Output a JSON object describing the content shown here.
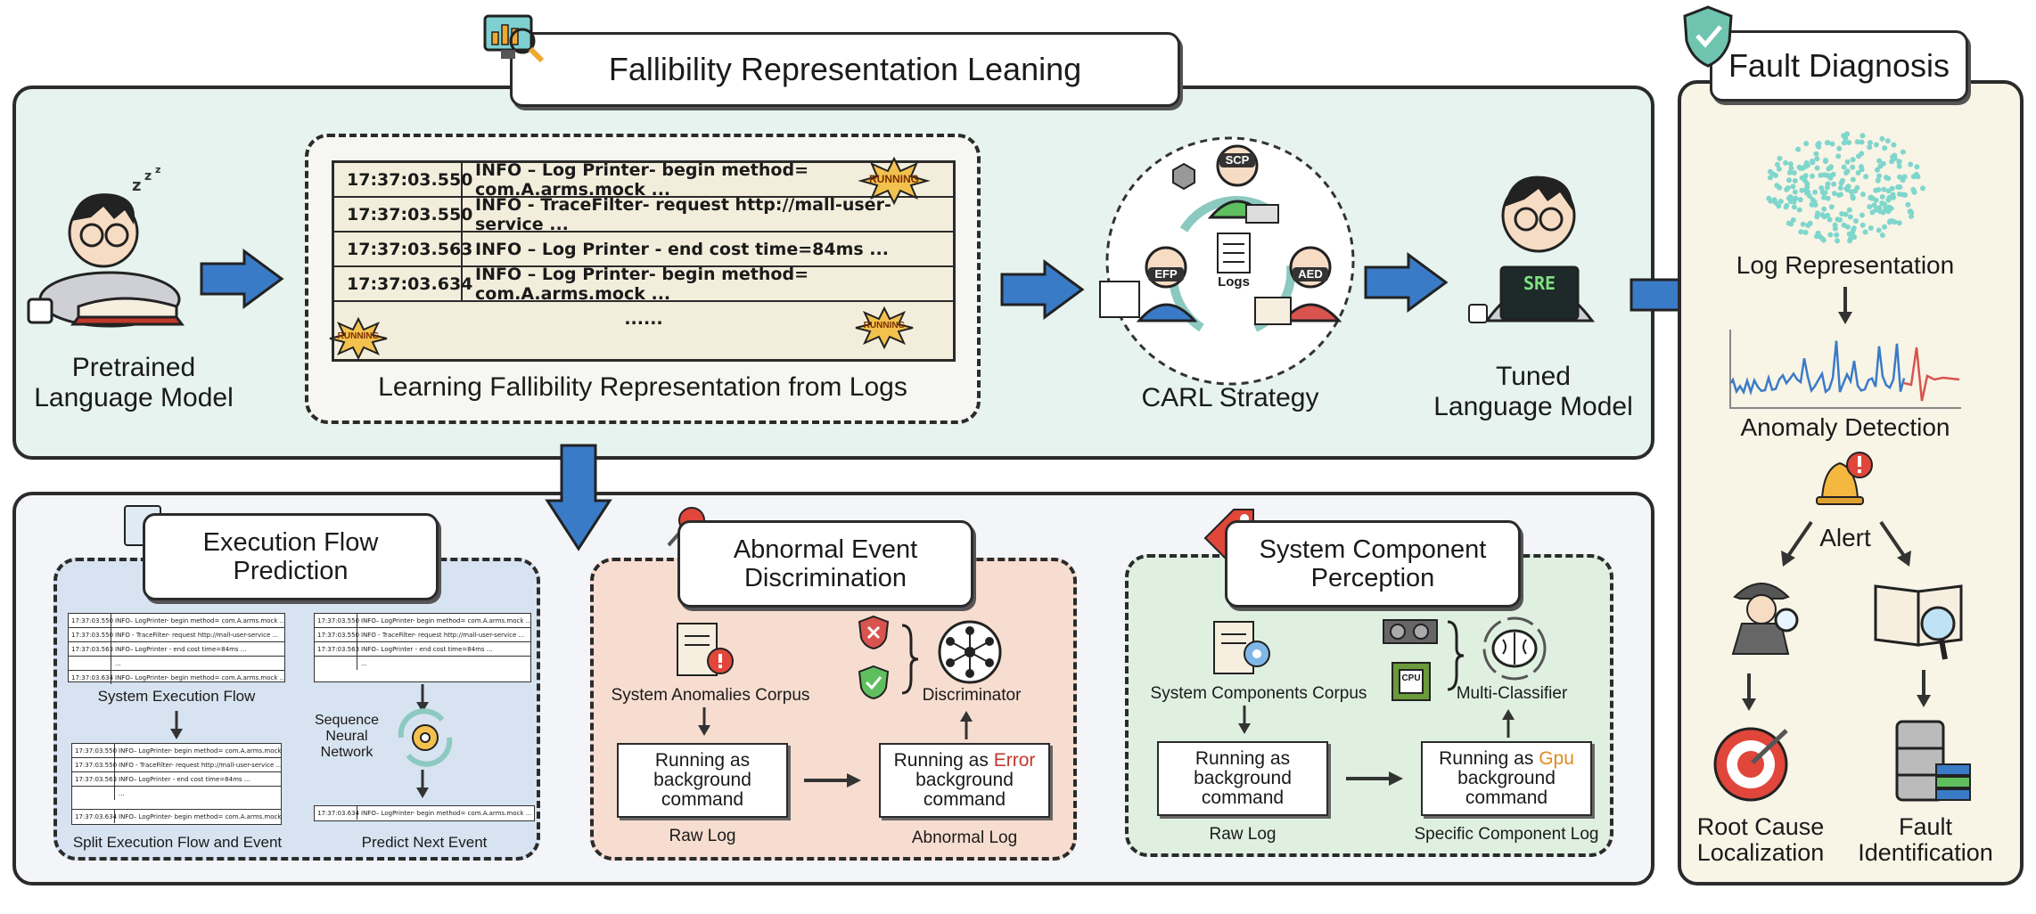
{
  "top": {
    "title": "Fallibility Representation Leaning",
    "pretrained_label_1": "Pretrained",
    "pretrained_label_2": "Language Model",
    "logs_caption": "Learning Fallibility Representation from Logs",
    "log_rows": [
      {
        "time": "17:37:03.550",
        "msg": "INFO – Log Printer- begin method= com.A.arms.mock ..."
      },
      {
        "time": "17:37:03.550",
        "msg": "INFO - TraceFilter- request http://mall-user-service ..."
      },
      {
        "time": "17:37:03.563",
        "msg": "INFO – Log Printer - end cost time=84ms ..."
      },
      {
        "time": "17:37:03.634",
        "msg": "INFO – Log Printer- begin method= com.A.arms.mock ..."
      }
    ],
    "log_ellipsis": "......",
    "running_tag": "RUNNING",
    "carl_caption": "CARL Strategy",
    "carl_tags": {
      "scp": "SCP",
      "efp": "EFP",
      "aed": "AED",
      "logs": "Logs"
    },
    "tuned_label_1": "Tuned",
    "tuned_label_2": "Language Model",
    "sre_tag": "SRE"
  },
  "fault": {
    "title": "Fault Diagnosis",
    "log_representation": "Log Representation",
    "anomaly_detection": "Anomaly Detection",
    "alert": "Alert",
    "root_cause_1": "Root Cause",
    "root_cause_2": "Localization",
    "fault_id_1": "Fault",
    "fault_id_2": "Identification"
  },
  "efp": {
    "title_1": "Execution Flow",
    "title_2": "Prediction",
    "system_execution_flow": "System Execution Flow",
    "seq_1": "Sequence",
    "seq_2": "Neural",
    "seq_3": "Network",
    "split_caption": "Split Execution Flow and Event",
    "predict_caption": "Predict Next Event",
    "mini_rows": [
      {
        "time": "17:37:03.550",
        "msg": "INFO– LogPrinter- begin method= com.A.arms.mock ..."
      },
      {
        "time": "17:37:03.550",
        "msg": "INFO - TraceFilter- request http://mall-user-service ..."
      },
      {
        "time": "17:37:03.563",
        "msg": "INFO– LogPrinter - end cost time=84ms ..."
      },
      {
        "time": "",
        "msg": "..."
      },
      {
        "time": "17:37:03.634",
        "msg": "INFO– LogPrinter- begin method= com.A.arms.mock ..."
      }
    ],
    "predict_row": {
      "time": "17:37:03.634",
      "msg": "INFO– LogPrinter- begin method= com.A.arms.mock ..."
    }
  },
  "aed": {
    "title_1": "Abnormal Event",
    "title_2": "Discrimination",
    "corpus": "System Anomalies Corpus",
    "discriminator": "Discriminator",
    "raw_cmd_1": "Running as",
    "raw_cmd_2": "background",
    "raw_cmd_3": "command",
    "abn_cmd_1a": "Running as ",
    "abn_cmd_1b": "Error",
    "abn_cmd_2": "background",
    "abn_cmd_3": "command",
    "raw_log": "Raw Log",
    "abnormal_log": "Abnormal Log"
  },
  "scp": {
    "title_1": "System Component",
    "title_2": "Perception",
    "corpus": "System Components Corpus",
    "classifier": "Multi-Classifier",
    "cpu_tag": "CPU",
    "raw_cmd_1": "Running as",
    "raw_cmd_2": "background",
    "raw_cmd_3": "command",
    "spec_cmd_1a": "Running as ",
    "spec_cmd_1b": "Gpu",
    "spec_cmd_2": "background",
    "spec_cmd_3": "command",
    "raw_log": "Raw Log",
    "specific_log": "Specific Component Log"
  },
  "colors": {
    "top_panel_bg": "#e6f3ef",
    "fault_panel_bg": "#f8f4e6",
    "bottom_panel_bg": "#f3f5f8",
    "efp_bg": "#d7e3f0",
    "aed_bg": "#f7ddd0",
    "scp_bg": "#dff0e1",
    "arrow_blue": "#3a7bc8",
    "error_red": "#c0392b",
    "gpu_orange": "#e08a1e"
  }
}
